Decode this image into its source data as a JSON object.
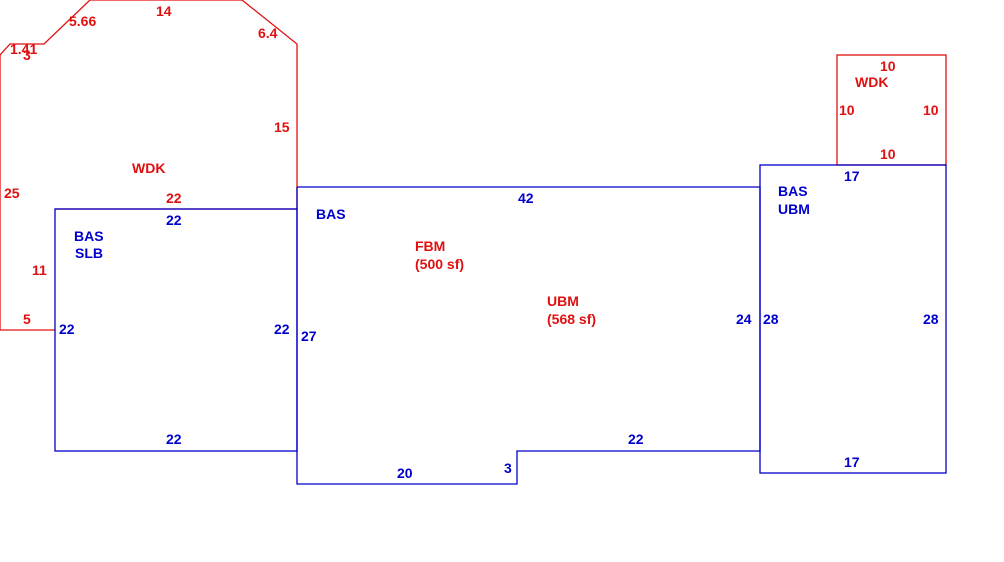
{
  "colors": {
    "red": "#e01010",
    "blue": "#0000cc"
  },
  "wdk_left": {
    "label": "WDK",
    "dims": {
      "top": "14",
      "diag_upper_left": "5.66",
      "diag_upper_right": "6.4",
      "small_diag": "1.41",
      "small_side": "3",
      "left": "25",
      "right": "15",
      "bottom": "22",
      "inner_left": "11",
      "inner_bottom": "5"
    }
  },
  "wdk_right": {
    "label": "WDK",
    "dims": {
      "top": "10",
      "left": "10",
      "right": "10",
      "bottom": "10"
    }
  },
  "bas_slb": {
    "label_line1": "BAS",
    "label_line2": "SLB",
    "dims": {
      "top": "22",
      "left": "22",
      "right": "22",
      "bottom": "22"
    }
  },
  "bas_main": {
    "label": "BAS",
    "dims": {
      "top": "42",
      "left": "27",
      "right": "24",
      "bottom_left": "20",
      "notch": "3",
      "bottom_right": "22"
    }
  },
  "fbm": {
    "label": "FBM",
    "area": "(500 sf)"
  },
  "ubm": {
    "label": "UBM",
    "area": "(568 sf)"
  },
  "bas_ubm": {
    "label_line1": "BAS",
    "label_line2": "UBM",
    "dims": {
      "top": "17",
      "left": "28",
      "right": "28",
      "bottom": "17"
    }
  }
}
